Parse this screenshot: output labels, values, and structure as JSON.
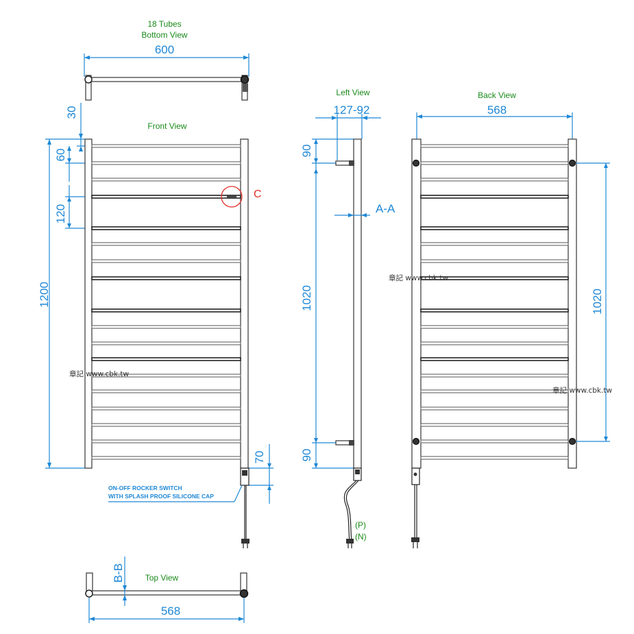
{
  "views": {
    "bottom_title": "18 Tubes",
    "bottom_subtitle": "Bottom View",
    "front": "Front View",
    "left": "Left View",
    "back": "Back View",
    "top": "Top View"
  },
  "dimensions": {
    "bottom_width": "600",
    "front_30": "30",
    "front_60": "60",
    "front_120": "120",
    "front_1200": "1200",
    "front_70": "70",
    "left_depth": "127-92",
    "left_90_top": "90",
    "left_section": "A-A",
    "left_1020": "1020",
    "left_90_bottom": "90",
    "back_width": "568",
    "back_1020": "1020",
    "top_section": "B-B",
    "top_width": "568"
  },
  "callouts": {
    "detail_c": "C",
    "switch_line1": "ON-OFF ROCKER SWITCH",
    "switch_line2": "WITH SPLASH PROOF SILICONE CAP",
    "phase": "(P)",
    "neutral": "(N)"
  },
  "watermarks": [
    "章記 www.cbk.tw",
    "章記 www.cbk.tw",
    "章記 www.cbk.tw"
  ],
  "colors": {
    "dimension": "#1e88d6",
    "view_label": "#1a8a1a",
    "callout": "#e0302a",
    "outline": "#222222"
  }
}
